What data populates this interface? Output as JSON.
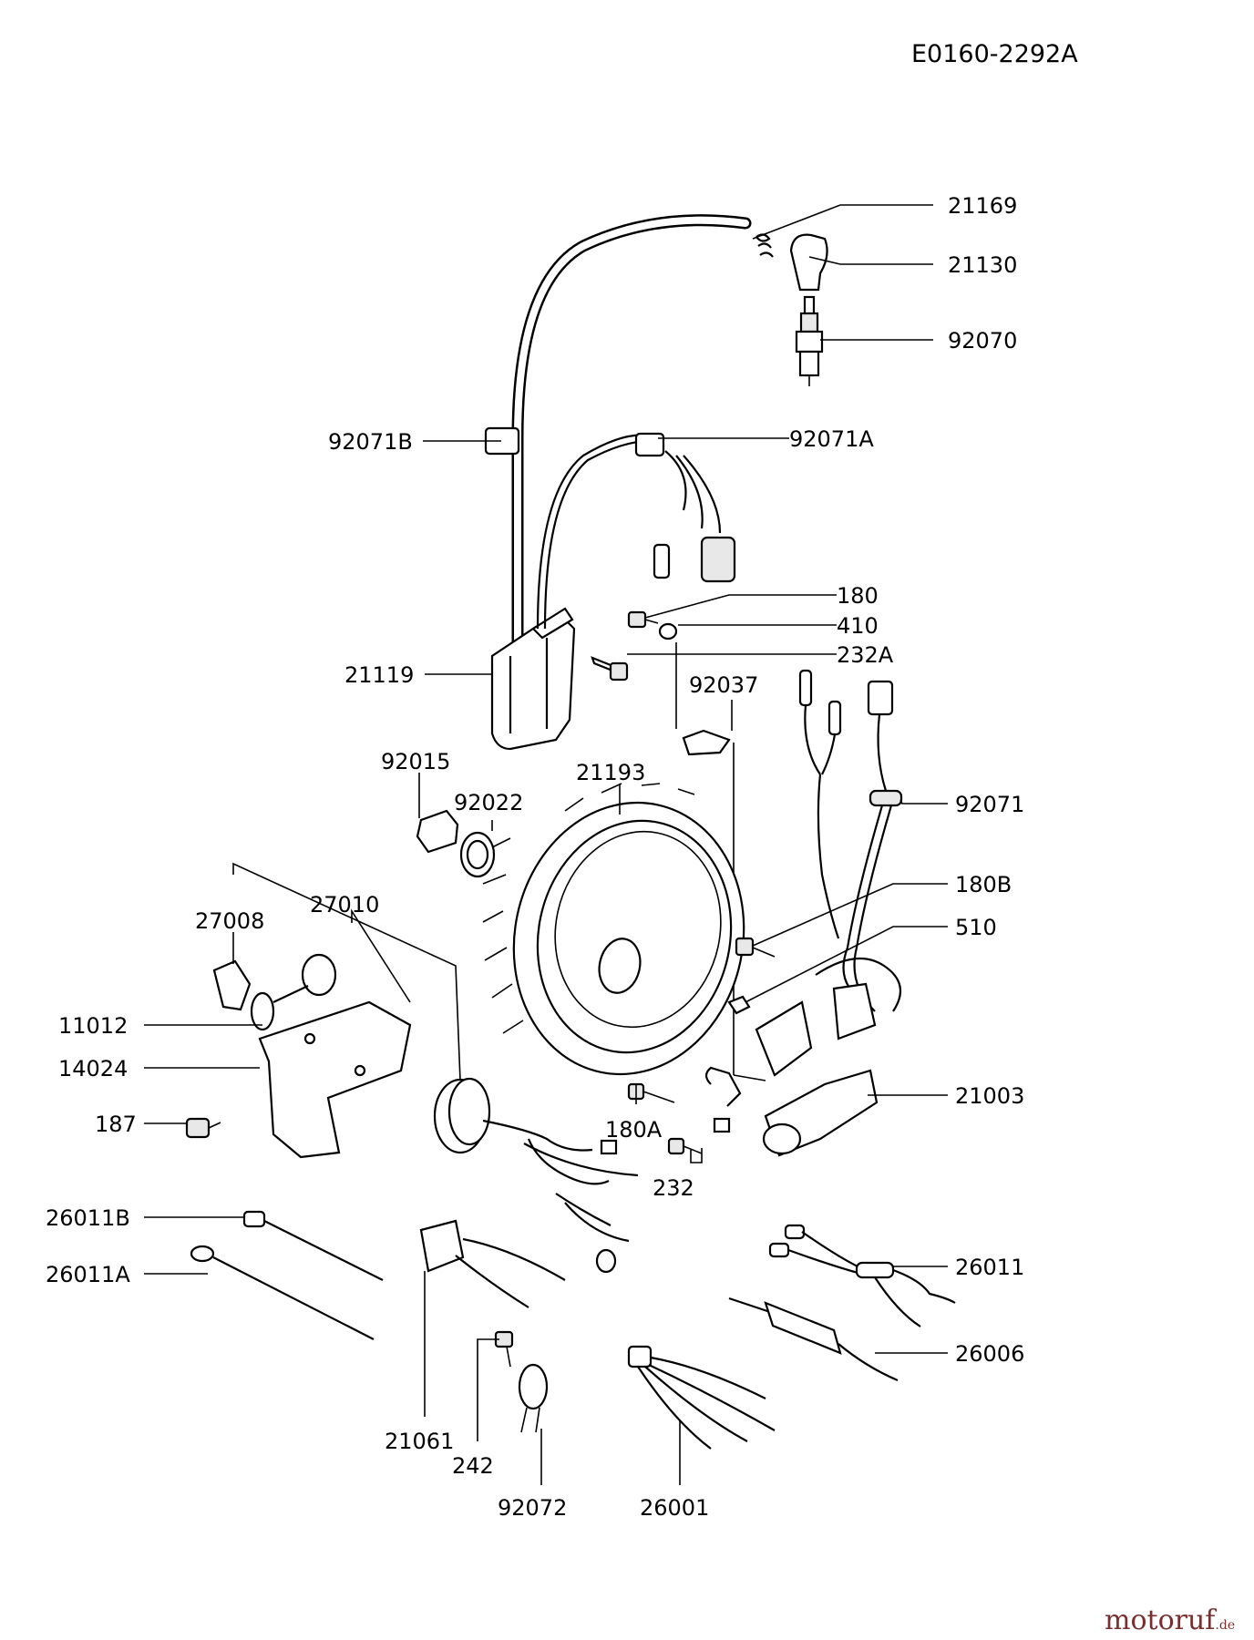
{
  "diagram_code": "E0160-2292A",
  "watermark": {
    "main": "motoruf",
    "suffix": ".de"
  },
  "labels": {
    "p21169": "21169",
    "p21130": "21130",
    "p92070": "92070",
    "p92071B": "92071B",
    "p92071A": "92071A",
    "p180": "180",
    "p410": "410",
    "p232A": "232A",
    "p21119": "21119",
    "p92037": "92037",
    "p92015": "92015",
    "p92022": "92022",
    "p21193": "21193",
    "p92071": "92071",
    "p27008": "27008",
    "p27010": "27010",
    "p180B": "180B",
    "p510": "510",
    "p11012": "11012",
    "p14024": "14024",
    "p187": "187",
    "p21003": "21003",
    "p180A": "180A",
    "p232": "232",
    "p26011B": "26011B",
    "p26011A": "26011A",
    "p26011": "26011",
    "p26006": "26006",
    "p21061": "21061",
    "p242": "242",
    "p92072": "92072",
    "p26001": "26001"
  }
}
